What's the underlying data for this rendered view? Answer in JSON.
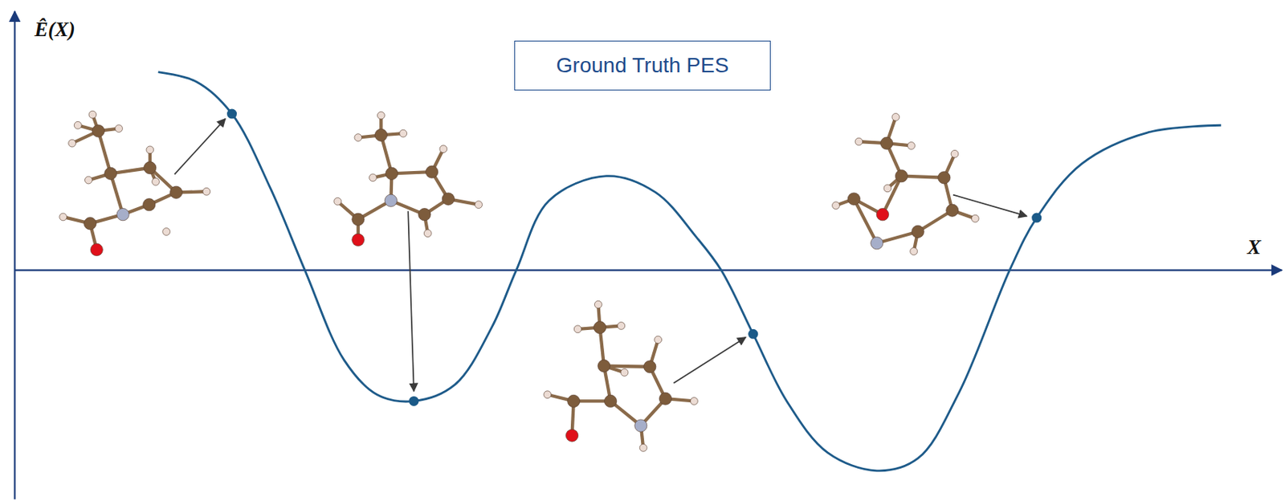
{
  "diagram": {
    "nodes": [
      {
        "text": [
          "Ground Truth PES"
        ]
      }
    ],
    "labels": [
      "Ê(X)",
      "X"
    ]
  }
}
